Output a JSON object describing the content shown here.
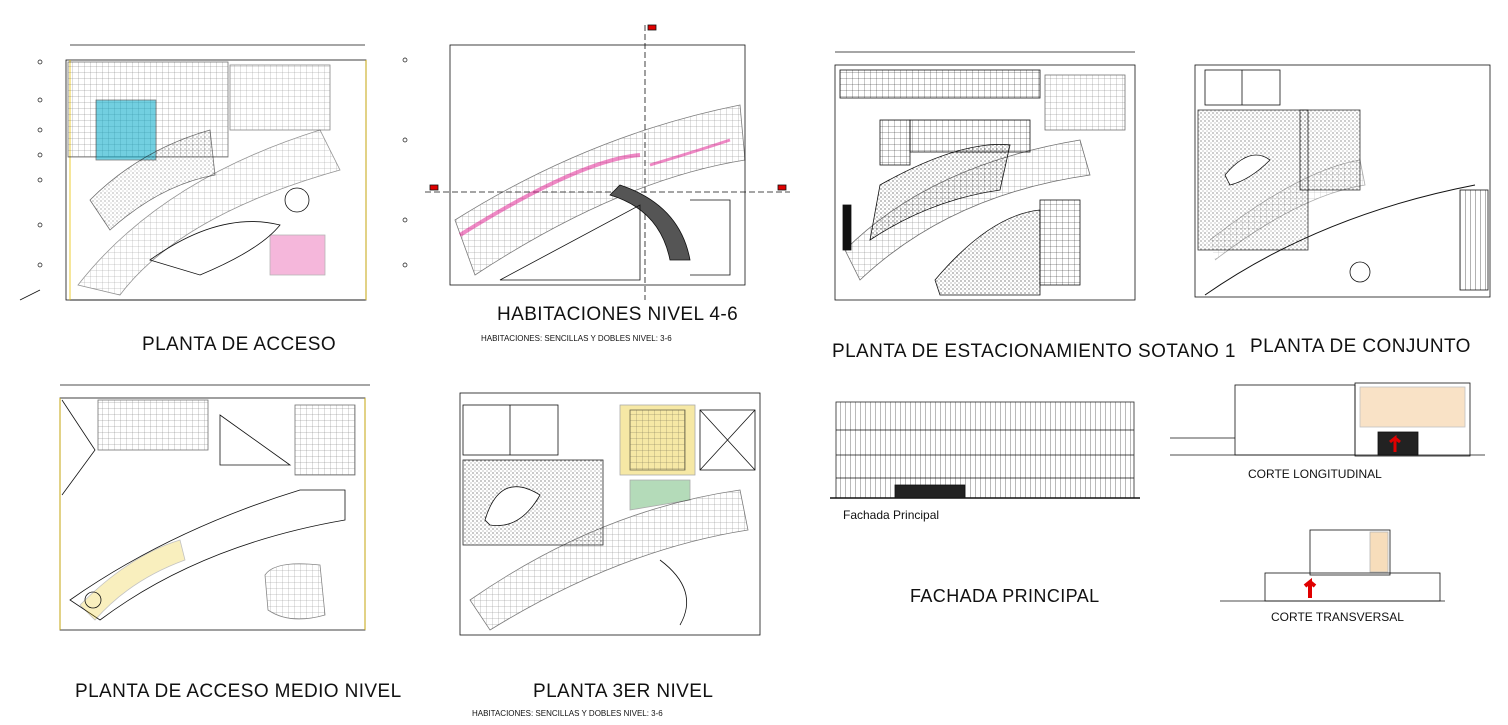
{
  "drawing": {
    "titles": {
      "planta_acceso": "PLANTA DE ACCESO",
      "habitaciones": "HABITACIONES NIVEL 4-6",
      "habitaciones_sub": "HABITACIONES: SENCILLAS Y DOBLES   NIVEL: 3-6",
      "estacionamiento": "PLANTA DE ESTACIONAMIENTO SOTANO 1",
      "conjunto": "PLANTA DE CONJUNTO",
      "acceso_medio": "PLANTA DE ACCESO MEDIO NIVEL",
      "tercer_nivel": "PLANTA 3ER NIVEL",
      "tercer_nivel_sub": "HABITACIONES: SENCILLAS Y DOBLES   NIVEL: 3-6",
      "fachada_small": "Fachada Principal",
      "fachada": "FACHADA PRINCIPAL",
      "corte_longitudinal": "CORTE LONGITUDINAL",
      "corte_transversal": "CORTE TRANSVERSAL"
    },
    "colors": {
      "line": "#111111",
      "accent_cyan": "#00a8c8",
      "accent_magenta": "#e0148c",
      "accent_yellow": "#e8c000",
      "accent_red": "#e00000",
      "accent_orange": "#e89020"
    }
  }
}
